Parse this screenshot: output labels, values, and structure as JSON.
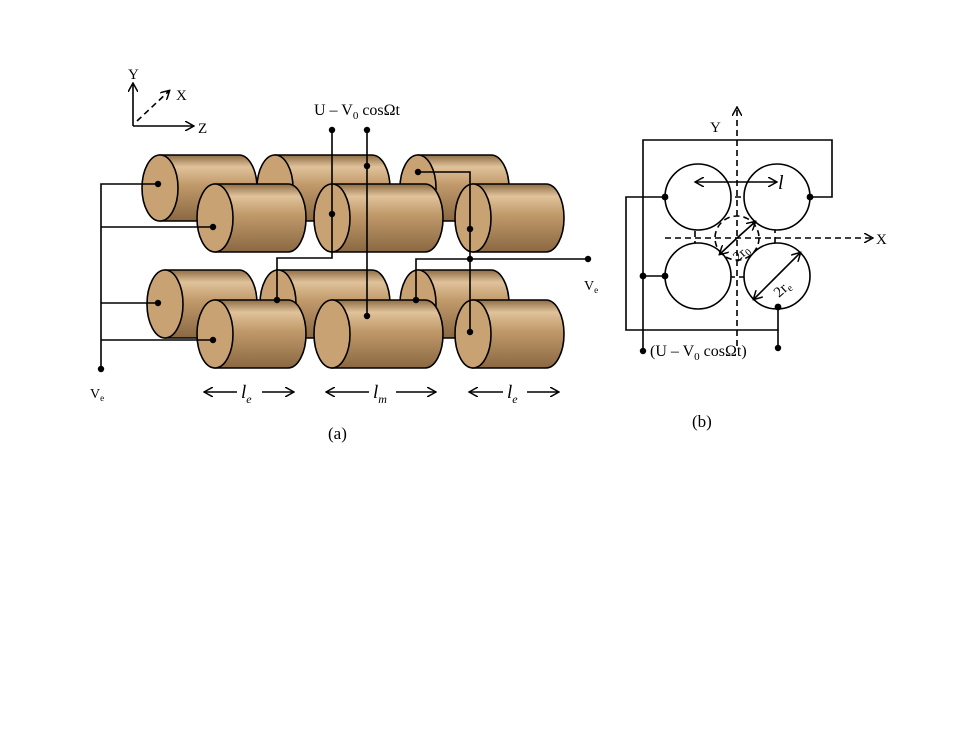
{
  "colors": {
    "rod_body": "#c19a6b",
    "rod_face": "#c9a274",
    "rod_highlight": "#e0c29a",
    "rod_shadow": "#8f6d45"
  },
  "panel_a": {
    "axis_y": "Y",
    "axis_x": "X",
    "axis_z": "Z",
    "rf_voltage": "U – V",
    "rf_voltage_sub": "0",
    "rf_voltage_tail": " cosΩt",
    "ve_left": "V",
    "ve_left_sub": "e",
    "ve_right": "V",
    "ve_right_sub": "e",
    "len_end_left": "l",
    "len_end_left_sub": "e",
    "len_mid": "l",
    "len_mid_sub": "m",
    "len_end_right": "l",
    "len_end_right_sub": "e",
    "caption": "(a)"
  },
  "panel_b": {
    "axis_y": "Y",
    "axis_x": "X",
    "rod_spacing": "l",
    "r0_label": "2r",
    "r0_sub": "0",
    "re_label": "2r",
    "re_sub": "e",
    "rf_voltage": "(U – V",
    "rf_voltage_sub": "0",
    "rf_voltage_tail": " cosΩt)",
    "caption": "(b)"
  }
}
